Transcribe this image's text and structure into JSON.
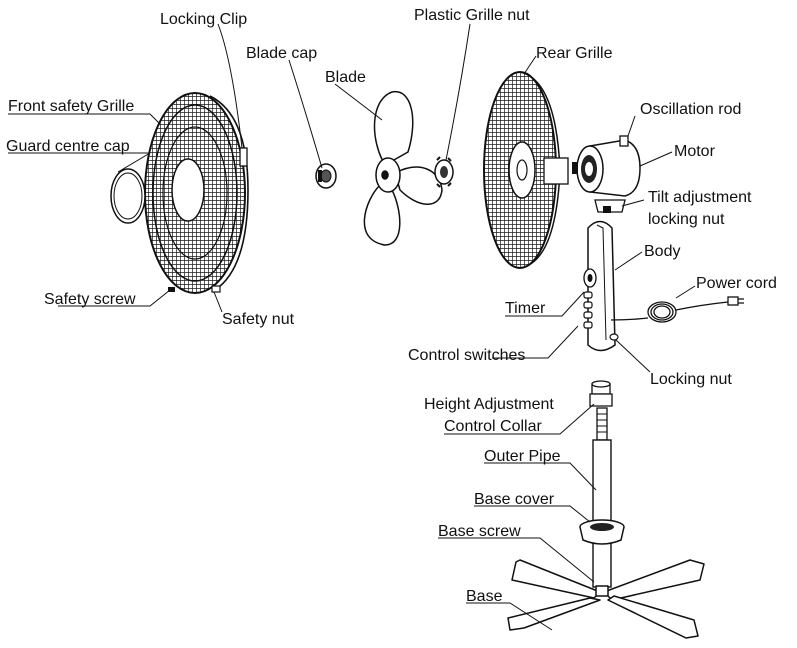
{
  "labels": {
    "locking_clip": "Locking Clip",
    "plastic_grille_nut": "Plastic Grille nut",
    "blade_cap": "Blade cap",
    "rear_grille": "Rear Grille",
    "blade": "Blade",
    "front_safety_grille": "Front safety Grille",
    "oscillation_rod": "Oscillation rod",
    "guard_centre_cap": "Guard centre cap",
    "motor": "Motor",
    "tilt_adjustment_1": "Tilt adjustment",
    "tilt_adjustment_2": "locking nut",
    "body": "Body",
    "power_cord": "Power cord",
    "safety_screw": "Safety screw",
    "timer": "Timer",
    "safety_nut": "Safety nut",
    "control_switches": "Control switches",
    "locking_nut": "Locking nut",
    "height_adjustment_1": "Height Adjustment",
    "height_adjustment_2": "Control Collar",
    "outer_pipe": "Outer Pipe",
    "base_cover": "Base cover",
    "base_screw": "Base screw",
    "base": "Base"
  },
  "colors": {
    "line": "#111111",
    "grille": "#222222"
  }
}
